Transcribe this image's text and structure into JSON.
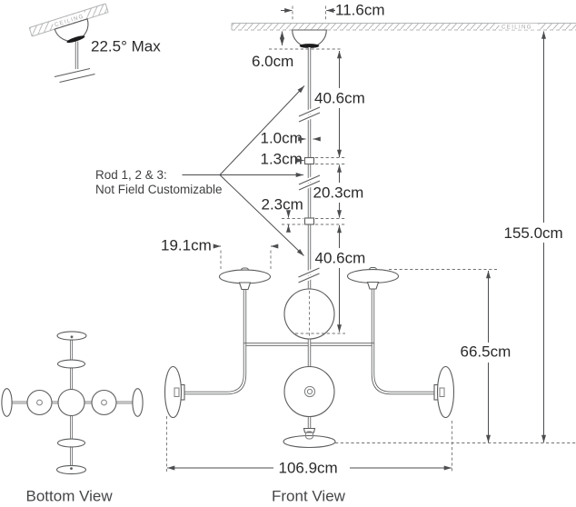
{
  "drawing": {
    "ceiling_label_right": "CEILING",
    "ceiling_label_left": "CEILING",
    "slope_note": "22.5° Max",
    "rod_note": {
      "line1": "Rod 1, 2 & 3:",
      "line2": "Not Field Customizable"
    },
    "dims": {
      "canopy_width": "11.6cm",
      "canopy_drop": "6.0cm",
      "rod1": "40.6cm",
      "rod_diameter": "1.0cm",
      "coupler1": "1.3cm",
      "rod2": "20.3cm",
      "coupler2": "2.3cm",
      "rod3": "40.6cm",
      "overall_height": "155.0cm",
      "shade_diameter": "19.1cm",
      "fixture_height": "66.5cm",
      "fixture_width": "106.9cm"
    },
    "view_labels": {
      "bottom_view": "Bottom View",
      "front_view": "Front View"
    },
    "colors": {
      "background": "#ffffff",
      "drawing_line": "#5b5c5e",
      "dimension_line": "#4c4d4f",
      "text": "#2a2a2c",
      "muted": "#a3a5a8",
      "finial_black": "#1b1b1d"
    }
  }
}
